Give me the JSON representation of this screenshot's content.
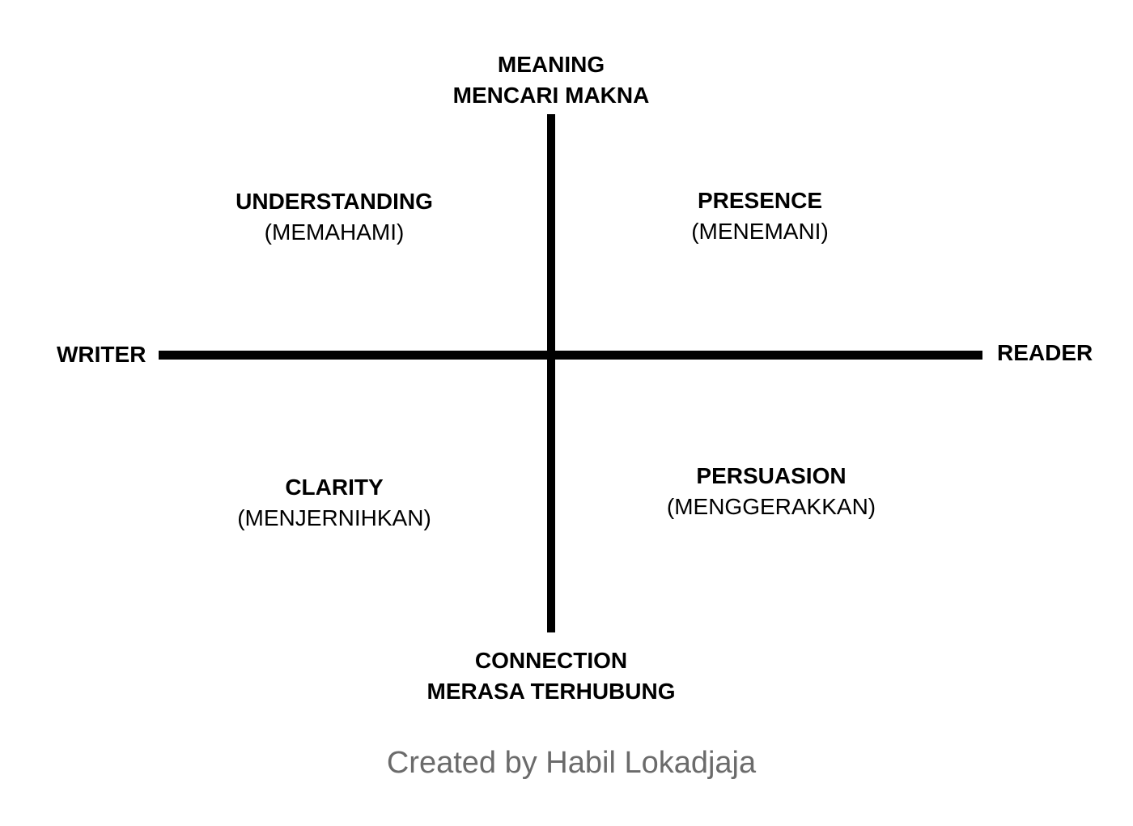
{
  "axes": {
    "top": {
      "title": "MEANING",
      "subtitle": "MENCARI MAKNA"
    },
    "bottom": {
      "title": "CONNECTION",
      "subtitle": "MERASA TERHUBUNG"
    },
    "left": {
      "title": "WRITER"
    },
    "right": {
      "title": "READER"
    }
  },
  "quadrants": {
    "top_left": {
      "title": "UNDERSTANDING",
      "subtitle": "(MEMAHAMI)"
    },
    "top_right": {
      "title": "PRESENCE",
      "subtitle": "(MENEMANI)"
    },
    "bottom_left": {
      "title": "CLARITY",
      "subtitle": "(MENJERNIHKAN)"
    },
    "bottom_right": {
      "title": "PERSUASION",
      "subtitle": "(MENGGERAKKAN)"
    }
  },
  "credit": "Created by Habil Lokadjaja",
  "colors": {
    "axis": "#000000",
    "text": "#000000",
    "credit": "#6b6b6b",
    "background": "#ffffff"
  }
}
